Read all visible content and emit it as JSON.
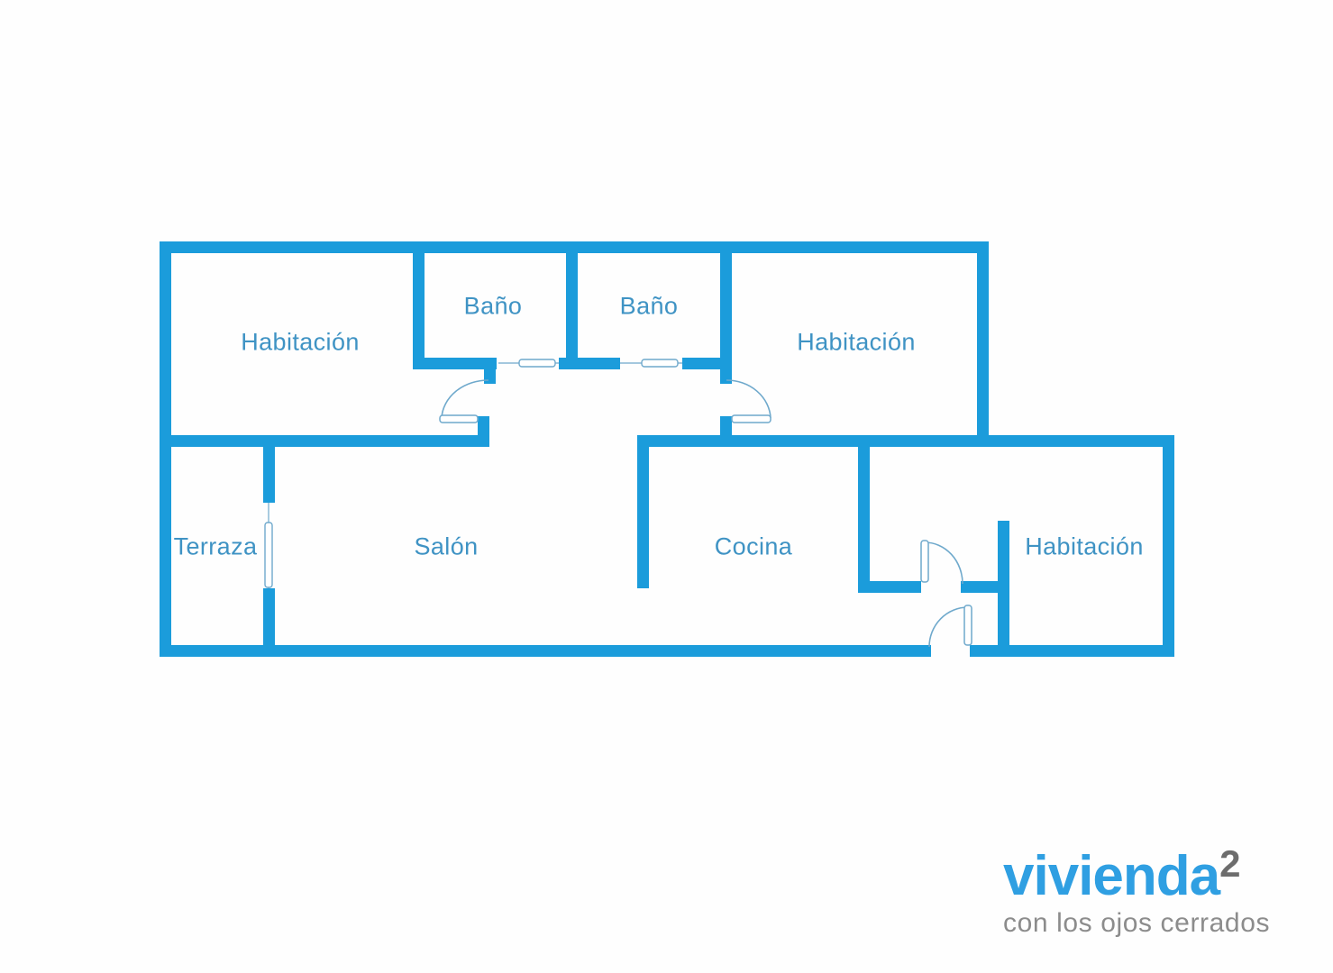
{
  "plan": {
    "type": "floorplan",
    "rooms": [
      {
        "id": "habitacion-top-left",
        "label": "Habitación"
      },
      {
        "id": "bano-1",
        "label": "Baño"
      },
      {
        "id": "bano-2",
        "label": "Baño"
      },
      {
        "id": "habitacion-top-right",
        "label": "Habitación"
      },
      {
        "id": "terraza",
        "label": "Terraza"
      },
      {
        "id": "salon",
        "label": "Salón"
      },
      {
        "id": "cocina",
        "label": "Cocina"
      },
      {
        "id": "habitacion-bottom-right",
        "label": "Habitación"
      }
    ]
  },
  "logo": {
    "brand": "vivienda",
    "superscript": "2",
    "tagline": "con los ojos cerrados"
  },
  "colors": {
    "wall": "#1B9CDB",
    "room_label": "#3F93C4",
    "door_arc": "#6FA9CC",
    "logo_blue": "#2F9FE2",
    "logo_gray": "#6D6D6D",
    "tagline_gray": "#8C8C8C",
    "background": "#FEFEFE"
  }
}
